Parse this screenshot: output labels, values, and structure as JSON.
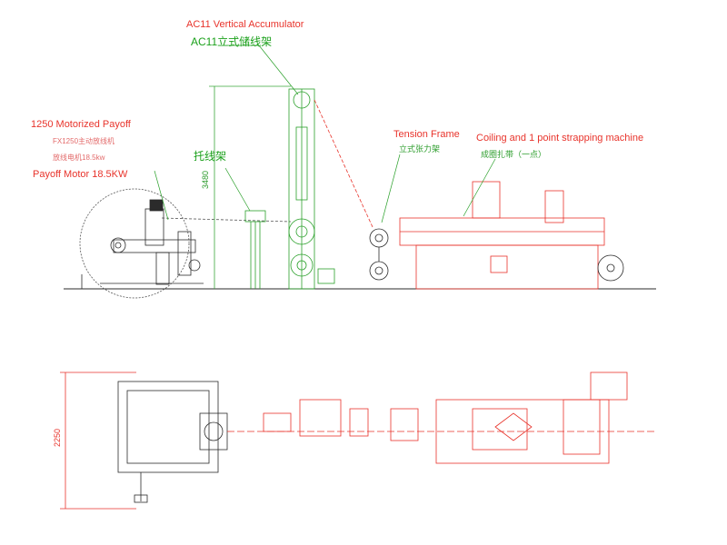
{
  "labels": {
    "accumulator_en": "AC11 Vertical Accumulator",
    "accumulator_cn": "AC11立式储线架",
    "payoff_title": "1250 Motorized Payoff",
    "payoff_cn": "FX1250主动放线机",
    "payoff_motor_cn": "放线电机18.5kw",
    "payoff_motor_en": "Payoff Motor 18.5KW",
    "tuoxianjia_cn": "托线架",
    "tension_en": "Tension Frame",
    "tension_cn": "立式张力架",
    "coiling_en": "Coiling and 1 point strapping machine",
    "coiling_cn": "成圈扎带（一点）"
  },
  "dimensions": {
    "height_3480": "3480",
    "width_2250": "2250"
  },
  "colors": {
    "drawing_black": "#2b2b2b",
    "section_red": "#e8332b",
    "leader_green": "#2aa02a",
    "dim_green": "#3aa63a"
  }
}
